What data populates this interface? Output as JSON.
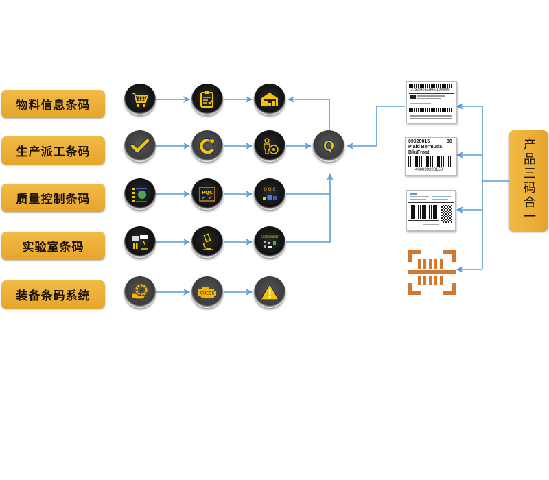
{
  "categories": [
    {
      "label": "物料信息条码",
      "steps": [
        "shopping-cart-icon",
        "clipboard-check-icon",
        "warehouse-icon"
      ]
    },
    {
      "label": "生产派工条码",
      "steps": [
        "checkmark-icon",
        "refresh-icon",
        "worker-wheel-icon"
      ]
    },
    {
      "label": "质量控制条码",
      "steps": [
        "checklist-icon",
        "pqc-icon",
        "oqc-icon"
      ]
    },
    {
      "label": "实验室条码",
      "steps": [
        "lab-tools-icon",
        "microscope-icon",
        "experiment-icon"
      ]
    },
    {
      "label": "装备条码系统",
      "steps": [
        "gear-hand-icon",
        "check-engine-icon",
        "warning-icon"
      ]
    }
  ],
  "hub": {
    "letter": "Q",
    "icon": "quality-q-icon"
  },
  "check_engine_text": "CHECK",
  "oqc_text": "O Q C",
  "pqc_text": "PQC",
  "experiment_text": "EXPERIMENT",
  "product_labels": {
    "label1": {
      "top_code": "2152342421AFL1000000"
    },
    "label2": {
      "code": "09920015",
      "size": "38",
      "line2": "Plaid Bermuda",
      "line3": "Blk/Frost",
      "barcode_number": "400099200150"
    }
  },
  "right_button": {
    "label": "产品三码合一"
  },
  "colors": {
    "accent": "#e9ab33",
    "line": "#5b9bd5",
    "icon_gold": "#f5c400",
    "scan_orange": "#d2772f"
  }
}
